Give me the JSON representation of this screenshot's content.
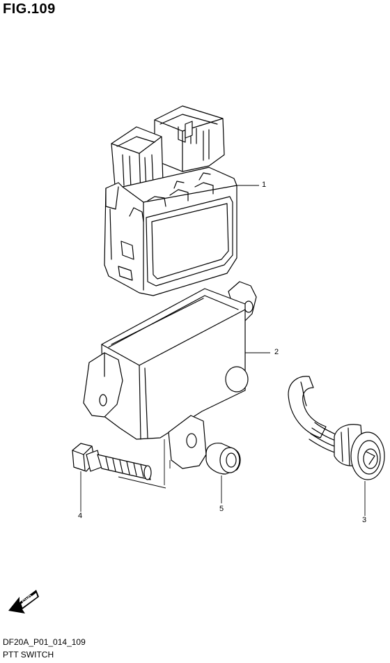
{
  "figure": {
    "title": "FIG.109"
  },
  "callouts": [
    {
      "id": "1",
      "label": "1"
    },
    {
      "id": "2",
      "label": "2"
    },
    {
      "id": "3",
      "label": "3"
    },
    {
      "id": "4",
      "label": "4"
    },
    {
      "id": "5",
      "label": "5"
    }
  ],
  "fwd_arrow": {
    "label": "FWD",
    "icon": "fwd-arrow-icon"
  },
  "footer": {
    "code": "DF20A_P01_014_109",
    "name": "PTT SWITCH"
  }
}
